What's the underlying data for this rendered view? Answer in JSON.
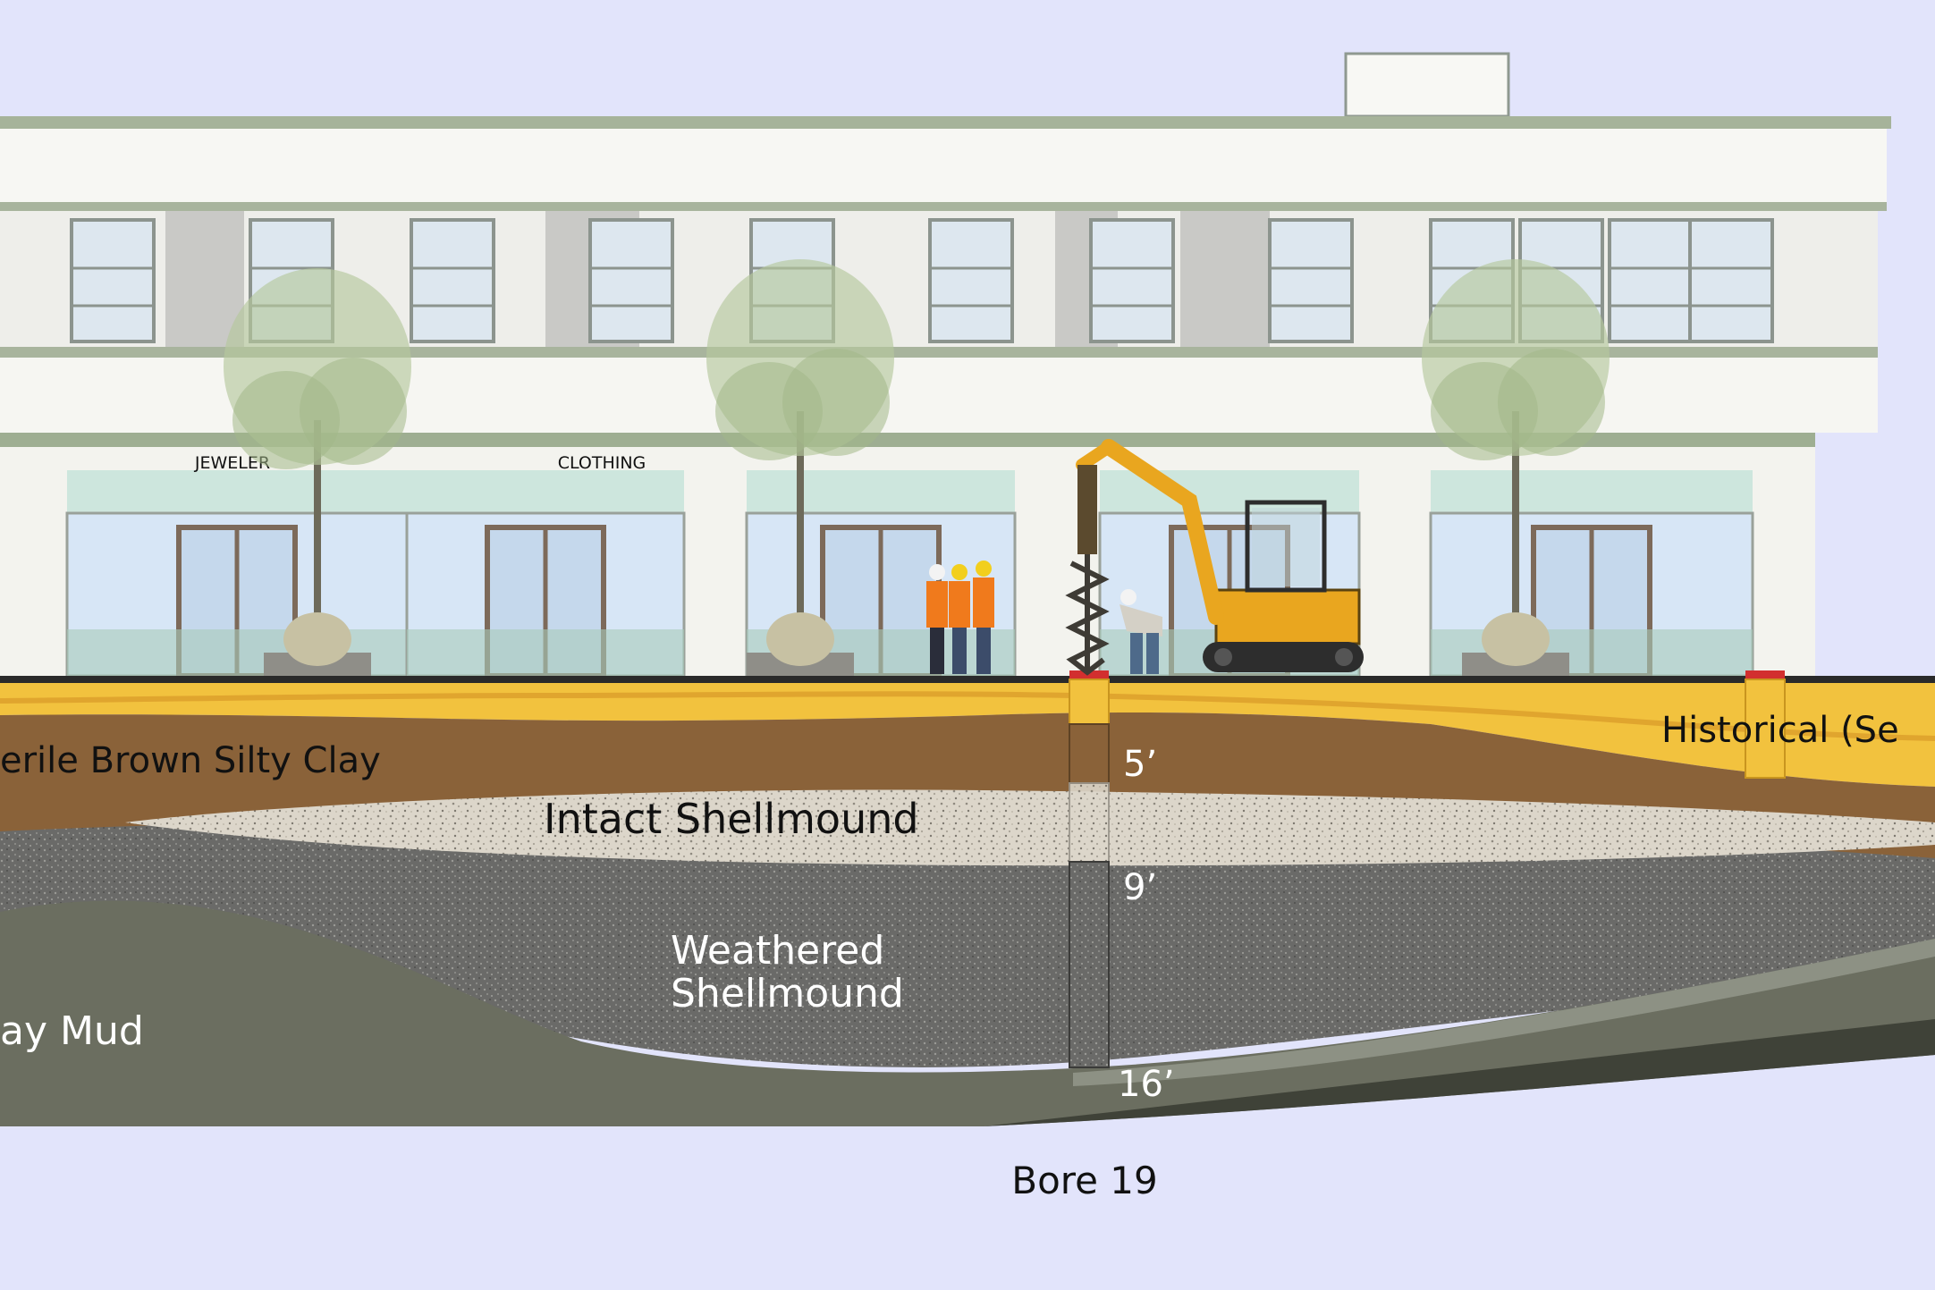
{
  "storefront_signs": {
    "jewelry": "JEWELER",
    "clothing": "CLOTHING"
  },
  "layers": {
    "historical": "Historical (Se",
    "silty_clay": "erile Brown Silty Clay",
    "intact_shellmound": "Intact Shellmound",
    "weathered_line1": "Weathered",
    "weathered_line2": "Shellmound",
    "bay_mud": "ay Mud"
  },
  "depths": {
    "d1": "5’",
    "d2": "9’",
    "d3": "16’"
  },
  "bore_label": "Bore 19",
  "colors": {
    "sky": "#e2e4fb",
    "historical_fill": "#f2c23e",
    "silty_clay": "#8a6239",
    "intact_shellmound": "#d9d2c4",
    "weathered_shellmound": "#6e6e6a",
    "bay_mud": "#6b6e60",
    "building_wall": "#f6f6f1",
    "building_trim": "#9aab8c"
  },
  "icons": {
    "excavator": "excavator-icon",
    "auger": "auger-icon",
    "workers": "worker-icon",
    "tree": "tree-icon"
  }
}
